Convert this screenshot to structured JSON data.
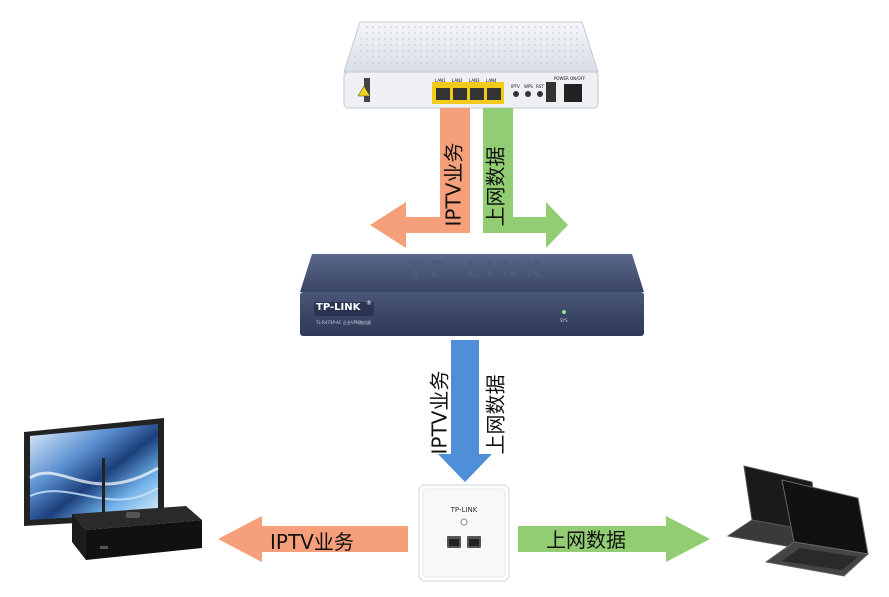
{
  "router": {
    "port_labels": [
      "LAN1",
      "LAN2",
      "LAN3",
      "LAN4"
    ],
    "misc_labels": [
      "IPTV",
      "WPS",
      "RST"
    ],
    "power_labels": [
      "POWER",
      "ON/OFF"
    ]
  },
  "switch": {
    "brand": "TP-LINK",
    "brand_suffix": "®",
    "model": "TL-R473P-AC   企业VPN路由器",
    "led_label": "SYS",
    "emboss": "TP-LINK"
  },
  "panel": {
    "brand": "TP-LINK"
  },
  "arrows": {
    "top_left_label": "IPTV业务",
    "top_right_label": "上网数据",
    "mid_left_label": "IPTV业务",
    "mid_right_label": "上网数据",
    "bottom_left_label": "IPTV业务",
    "bottom_right_label": "上网数据"
  },
  "colors": {
    "iptv_orange": "#f5a07a",
    "data_green": "#92cd74",
    "combined_blue": "#4f8fd8",
    "switch_body": "#3d4a6b"
  },
  "icons": [
    "router",
    "switch",
    "wall-panel",
    "tv",
    "set-top-box",
    "laptop"
  ]
}
